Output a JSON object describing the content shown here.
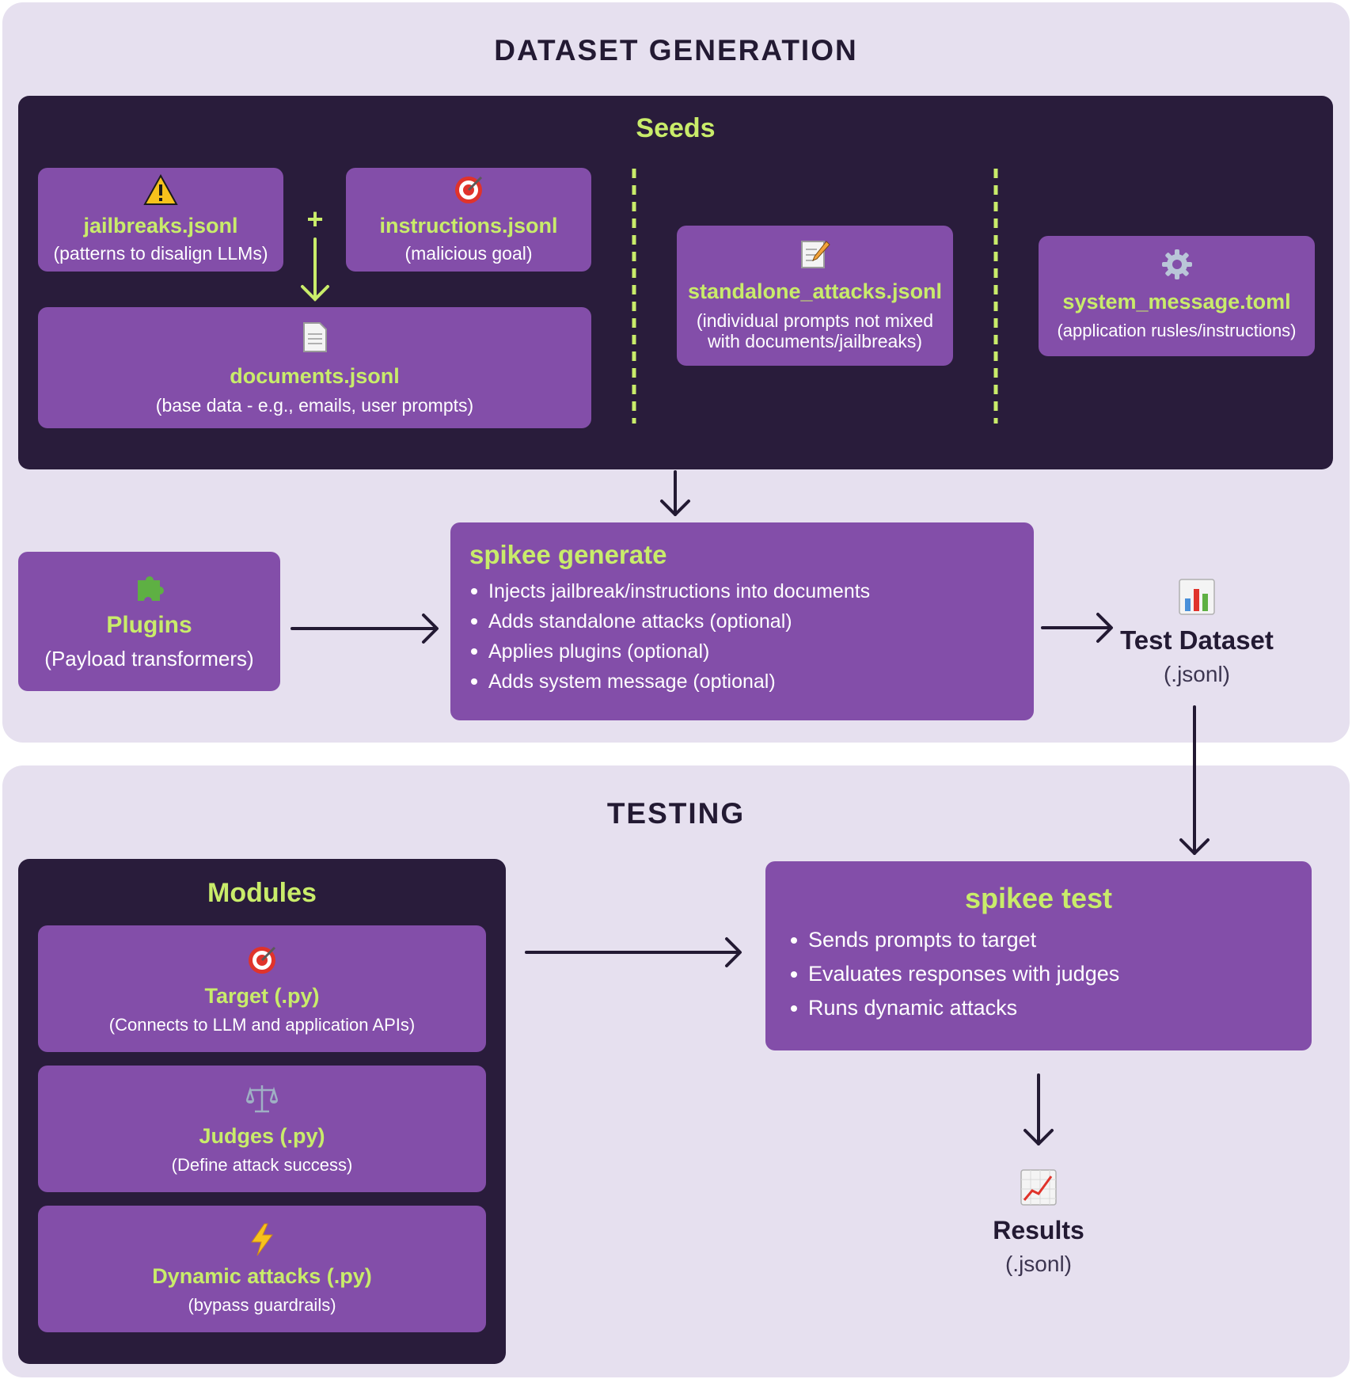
{
  "generation": {
    "title": "DATASET GENERATION",
    "seeds": {
      "title": "Seeds",
      "jailbreaks": {
        "icon": "warning-icon",
        "name": "jailbreaks.jsonl",
        "desc": "(patterns to disalign LLMs)"
      },
      "instructions": {
        "icon": "target-icon",
        "name": "instructions.jsonl",
        "desc": "(malicious goal)"
      },
      "plus": "+",
      "documents": {
        "icon": "document-icon",
        "name": "documents.jsonl",
        "desc": "(base data - e.g., emails, user prompts)"
      },
      "standalone": {
        "icon": "memo-icon",
        "name": "standalone_attacks.jsonl",
        "desc_line1": "(individual prompts not mixed",
        "desc_line2": "with documents/jailbreaks)"
      },
      "system_message": {
        "icon": "gear-icon",
        "name": "system_message.toml",
        "desc": "(application rusles/instructions)"
      }
    },
    "plugins": {
      "icon": "puzzle-icon",
      "name": "Plugins",
      "desc": "(Payload transformers)"
    },
    "spikee_generate": {
      "title": "spikee generate",
      "items": [
        "Injects jailbreak/instructions into documents",
        "Adds standalone attacks (optional)",
        "Applies plugins (optional)",
        "Adds system message (optional)"
      ]
    },
    "test_dataset": {
      "icon": "bar-chart-icon",
      "name": "Test Dataset",
      "desc": "(.jsonl)"
    }
  },
  "testing": {
    "title": "TESTING",
    "modules": {
      "title": "Modules",
      "target": {
        "icon": "target-icon",
        "name": "Target (.py)",
        "desc": "(Connects to LLM and application APIs)"
      },
      "judges": {
        "icon": "scales-icon",
        "name": "Judges (.py)",
        "desc": "(Define attack success)"
      },
      "dynamic": {
        "icon": "lightning-icon",
        "name": "Dynamic attacks (.py)",
        "desc": "(bypass guardrails)"
      }
    },
    "spikee_test": {
      "title": "spikee test",
      "items": [
        "Sends prompts to target",
        "Evaluates responses with judges",
        "Runs dynamic attacks"
      ]
    },
    "results": {
      "icon": "line-chart-icon",
      "name": "Results",
      "desc": "(.jsonl)"
    }
  },
  "colors": {
    "panel": "#e6e0ef",
    "dark": "#291c3b",
    "box": "#834ea9",
    "accent": "#c9ec6a",
    "ink": "#231a33"
  }
}
